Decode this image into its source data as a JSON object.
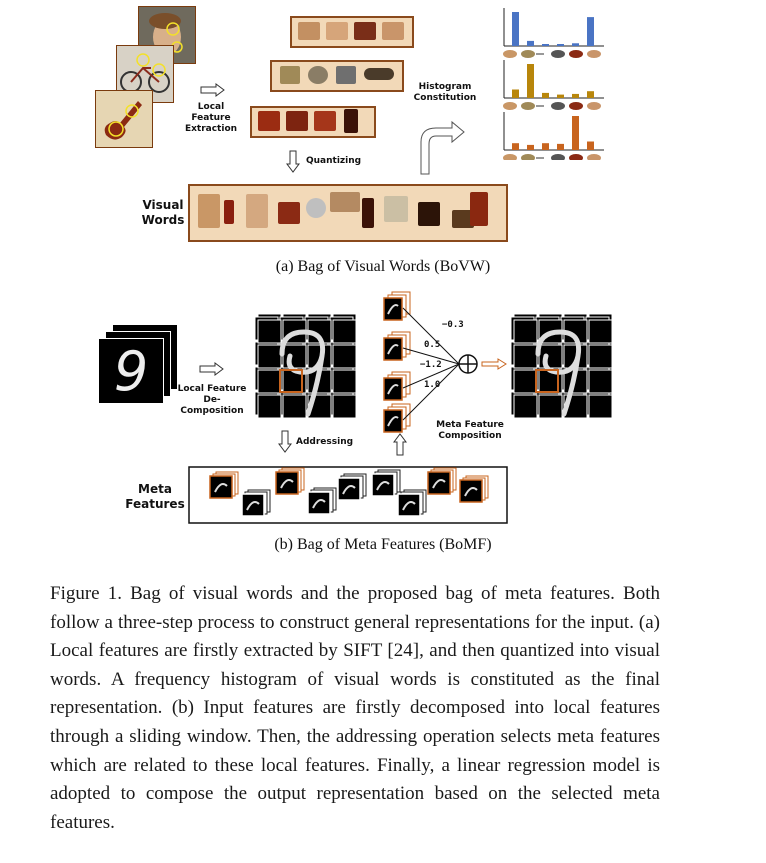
{
  "panel_a": {
    "label_local_feature": "Local Feature Extraction",
    "label_quantizing": "Quantizing",
    "label_visual_words": "Visual Words",
    "label_histogram": "Histogram Constitution",
    "subcaption": "(a) Bag of Visual Words (BoVW)"
  },
  "panel_b": {
    "label_decomposition": "Local Feature De-Composition",
    "label_addressing": "Addressing",
    "label_meta_features": "Meta Features",
    "label_composition": "Meta Feature Composition",
    "weights": [
      "−0.3",
      "0.5",
      "−1.2",
      "1.0"
    ],
    "digit": "9",
    "subcaption": "(b) Bag of Meta Features (BoMF)"
  },
  "caption": "Figure 1. Bag of visual words and the proposed bag of meta features. Both follow a three-step process to construct general representations for the input. (a) Local features are firstly extracted by SIFT [24], and then quantized into visual words. A frequency histogram of visual words is constituted as the final representation. (b) Input features are firstly decomposed into local features through a sliding window. Then, the addressing operation selects meta features which are related to these local features. Finally, a linear regression model is adopted to compose the output representation based on the selected meta features.",
  "colors": {
    "accent_orange": "#c8641e",
    "frame_brown": "#8a4a1c",
    "word_fill": "#f2d9b8",
    "bar_blue": "#4a74c4",
    "bar_gold": "#b8860b",
    "bar_orange": "#c8641e"
  },
  "histograms": [
    {
      "name": "hist-face",
      "values": [
        1,
        0.15,
        0.05,
        0.05,
        0.08,
        0.85
      ]
    },
    {
      "name": "hist-bike",
      "values": [
        0.25,
        1,
        0.15,
        0.1,
        0.12,
        0.2
      ]
    },
    {
      "name": "hist-violin",
      "values": [
        0.2,
        0.15,
        0.2,
        0.18,
        1,
        0.25
      ]
    }
  ]
}
